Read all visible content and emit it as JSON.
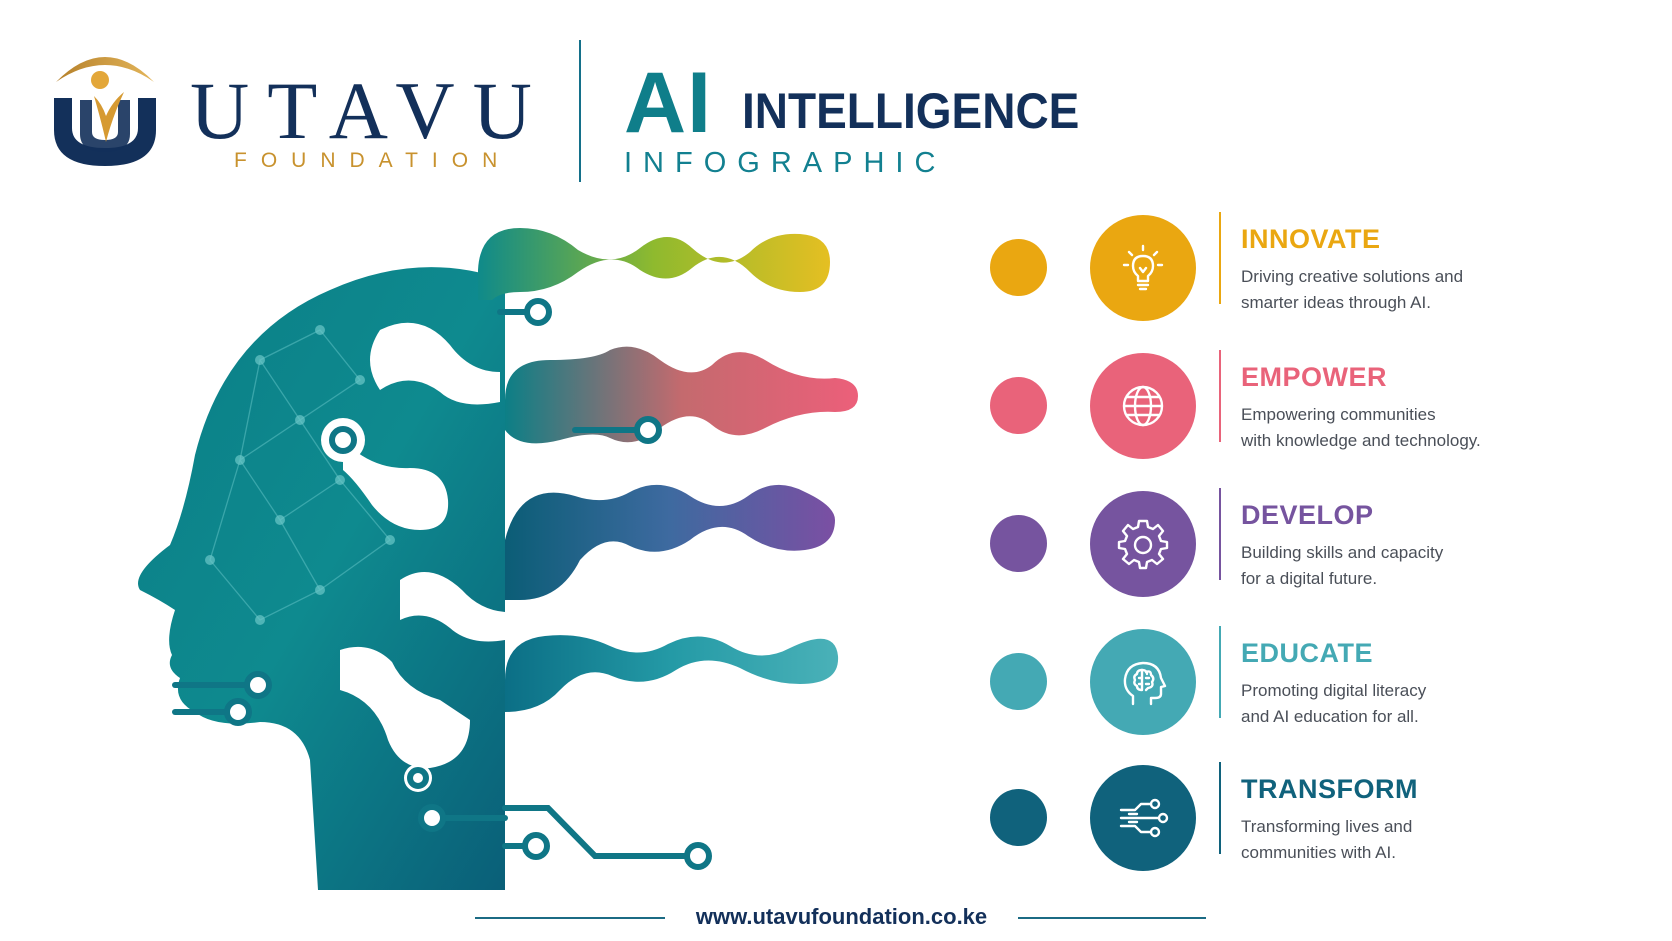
{
  "brand": {
    "name": "UTAVU",
    "subtitle": "FOUNDATION",
    "navy": "#13305a",
    "gold": "#c8922e"
  },
  "title": {
    "ai": "AI",
    "main": "INTELLIGENCE",
    "sub": "INFOGRAPHIC",
    "teal": "#0f7e8a"
  },
  "pillars": [
    {
      "title": "INNOVATE",
      "line1": "Driving creative solutions and",
      "line2": "smarter ideas through AI.",
      "icon": "lightbulb-icon",
      "color": "#eaa711"
    },
    {
      "title": "EMPOWER",
      "line1": "Empowering communities",
      "line2": "with knowledge and technology.",
      "icon": "globe-icon",
      "color": "#e9637a"
    },
    {
      "title": "DEVELOP",
      "line1": "Building skills and capacity",
      "line2": "for a digital future.",
      "icon": "gear-icon",
      "color": "#76549f"
    },
    {
      "title": "EDUCATE",
      "line1": "Promoting digital literacy",
      "line2": "and AI education for all.",
      "icon": "brain-head-icon",
      "color": "#44a9b4"
    },
    {
      "title": "TRANSFORM",
      "line1": "Transforming lives and",
      "line2": "communities with AI.",
      "icon": "circuit-icon",
      "color": "#10627c"
    }
  ],
  "footer": {
    "url": "www.utavufoundation.co.ke"
  }
}
